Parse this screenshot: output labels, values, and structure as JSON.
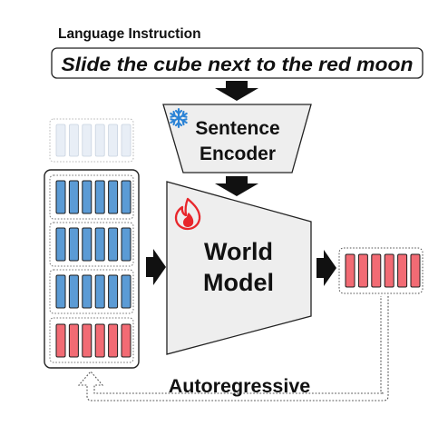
{
  "header": {
    "title": "Language Instruction"
  },
  "instruction": {
    "text": "Slide the cube next to the red moon"
  },
  "encoder": {
    "line1": "Sentence",
    "line2": "Encoder",
    "state_icon": "snowflake-icon"
  },
  "world_model": {
    "line1": "World",
    "line2": "Model",
    "state_icon": "flame-icon"
  },
  "loop": {
    "label": "Autoregressive"
  },
  "frame_stack": {
    "frames": [
      {
        "kind": "faded-placeholder",
        "tokens": 6
      },
      {
        "kind": "observed",
        "tokens": 6
      },
      {
        "kind": "observed",
        "tokens": 6
      },
      {
        "kind": "observed",
        "tokens": 6
      },
      {
        "kind": "predicted",
        "tokens": 6
      }
    ]
  },
  "output": {
    "kind": "predicted",
    "tokens": 6
  },
  "colors": {
    "observed_token": "#5b9bd5",
    "predicted_token": "#f26b74",
    "placeholder_token": "#e8eef6",
    "block_fill": "#eeeeee",
    "arrow": "#111111",
    "snowflake": "#2b83d6",
    "flame": "#e8262b"
  }
}
